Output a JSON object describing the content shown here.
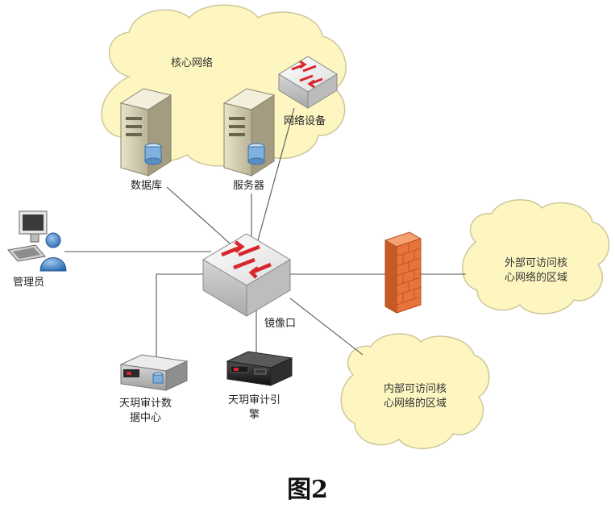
{
  "diagram": {
    "core_cloud_label": "核心网络",
    "network_device_label": "网络设备",
    "database_label": "数据库",
    "server_label": "服务器",
    "admin_label": "管理员",
    "mirror_port_label": "镜像口",
    "data_center_label_line1": "天玥审计数",
    "data_center_label_line2": "据中心",
    "audit_engine_label_line1": "天玥审计引",
    "audit_engine_label_line2": "擎",
    "external_cloud_line1": "外部可访问核",
    "external_cloud_line2": "心网络的区域",
    "internal_cloud_line1": "内部可访问核",
    "internal_cloud_line2": "心网络的区域"
  },
  "caption": "图2",
  "colors": {
    "cloud_fill": "#fdf6c0",
    "cloud_stroke": "#cfc69a",
    "switch_arrow": "#d8262c",
    "firewall": "#e8743b",
    "line": "#555555"
  },
  "icons": [
    "core-switch-icon",
    "network-device-icon",
    "database-server-icon",
    "app-server-icon",
    "admin-workstation-icon",
    "firewall-icon",
    "data-center-appliance-icon",
    "audit-engine-appliance-icon"
  ]
}
